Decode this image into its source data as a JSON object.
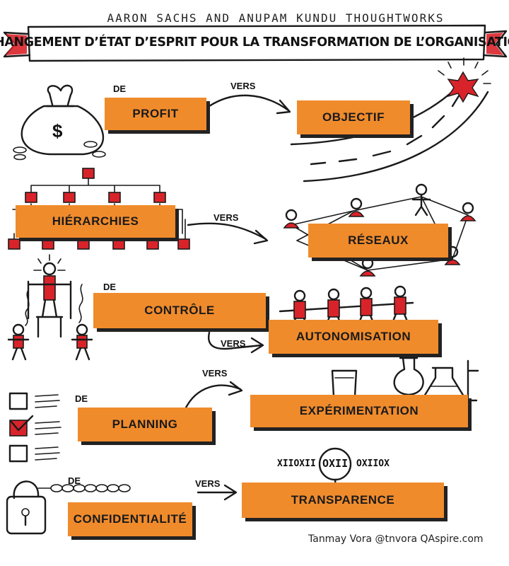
{
  "header": {
    "authors": "AARON SACHS AND ANUPAM KUNDU THOUGHTWORKS",
    "title": "CHANGEMENT D’ÉTAT D’ESPRIT POUR LA TRANSFORMATION DE L’ORGANISATION"
  },
  "shifts": [
    {
      "de_label": "DE",
      "from": "PROFIT",
      "vers_label": "VERS",
      "to": "OBJECTIF"
    },
    {
      "de_label": "",
      "from": "HIÉRARCHIES",
      "vers_label": "VERS",
      "to": "RÉSEAUX"
    },
    {
      "de_label": "DE",
      "from": "CONTRÔLE",
      "vers_label": "VERS",
      "to": "AUTONOMISATION"
    },
    {
      "de_label": "DE",
      "from": "PLANNING",
      "vers_label": "VERS",
      "to": "EXPÉRIMENTATION"
    },
    {
      "de_label": "DE",
      "from": "CONFIDENTIALITÉ",
      "vers_label": "VERS",
      "to": "TRANSPARENCE"
    }
  ],
  "icons": {
    "money_bag_symbol": "$",
    "cipher_left": "XIIOXII",
    "cipher_center": "OXII",
    "cipher_right": "OXIIOX"
  },
  "footer": {
    "signature": "Tanmay Vora   @tnvora   QAspire.com"
  },
  "colors": {
    "box_orange": "#f08b2c",
    "accent_red": "#d9232a",
    "ink": "#1a1a1a"
  }
}
